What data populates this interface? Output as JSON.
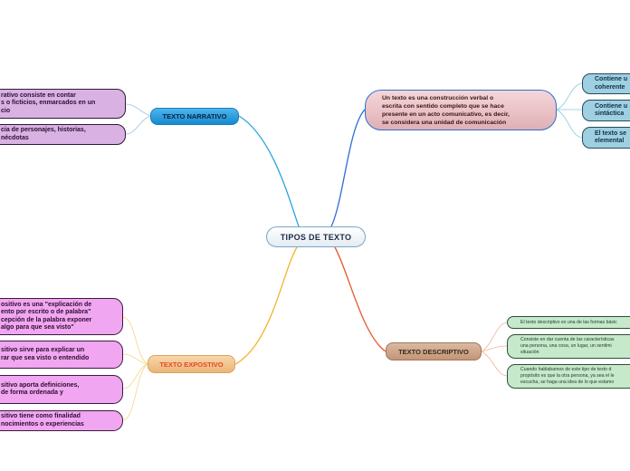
{
  "center": {
    "label": "TIPOS DE TEXTO"
  },
  "topics": {
    "narrativo": "TEXTO NARRATIVO",
    "expositivo": "TEXTO EXPOSTIVO",
    "descriptivo": "TEXTO DESCRIPTIVO",
    "definicion": "Un texto es una construcción verbal o\nescrita con sentido completo que se hace\npresente en un acto comunicativo, es decir,\nse considera una unidad de comunicación"
  },
  "narrativo_leaves": [
    "rativo consiste en contar\ns o ficticios, enmarcados en un\ncio",
    "cia de personajes, historias,\nnécdotas"
  ],
  "expositivo_leaves": [
    "ositivo es una \"explicación de\nento por escrito o de palabra\"\ncepción de la palabra exponer\nalgo para que sea visto\"",
    "sitivo sirve para explicar un\nrar que sea visto o entendido",
    "sitivo aporta definiciones,\n de forma ordenada y",
    "sitivo tiene como finalidad\nnocimientos o experiencias"
  ],
  "definicion_leaves": [
    "Contiene u\ncoherente",
    "Contiene u\nsintáctica",
    "El texto se\nelemental"
  ],
  "descriptivo_leaves": [
    "El texto descriptivo es una de las formas básic",
    "Consiste en dar cuenta de las características\nuna persona, una cosa, un lugar, un sentimi\nsituación",
    "Cuando hablabamos de este tipo de texto d\npropósito es que la otra persona, ya sea el le\nescucha, se haga una idea de lo que estamo"
  ],
  "colors": {
    "narrativo_link": "#2aa3e0",
    "expositivo_link": "#f2b52a",
    "descriptivo_link": "#e8552a",
    "definicion_link": "#2f6fd0"
  }
}
